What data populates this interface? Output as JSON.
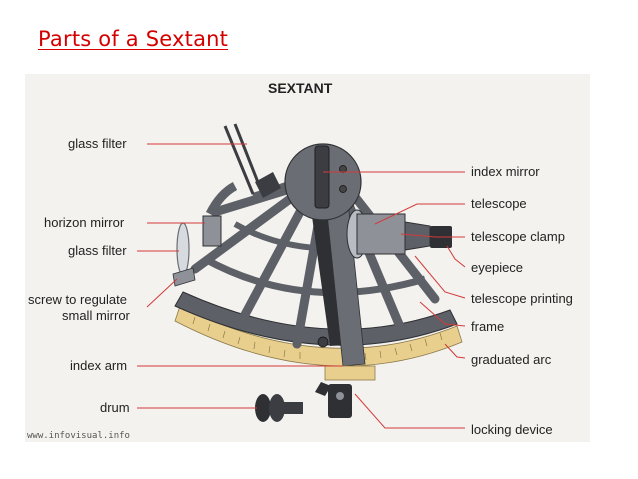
{
  "slide": {
    "title": "Parts of a Sextant"
  },
  "diagram": {
    "heading": "SEXTANT",
    "credit": "www.infovisual.info",
    "colors": {
      "leader": "#d33a3a",
      "metal": "#5d6066",
      "metal_dark": "#2e3034",
      "arc": "#e9cf8d",
      "background": "#f3f2ee"
    },
    "labels_left": {
      "glass_filter_top": "glass filter",
      "horizon_mirror": "horizon mirror",
      "glass_filter": "glass filter",
      "screw_line1": "screw to regulate",
      "screw_line2": "small mirror",
      "index_arm": "index arm",
      "drum": "drum"
    },
    "labels_right": {
      "index_mirror": "index mirror",
      "telescope": "telescope",
      "telescope_clamp": "telescope clamp",
      "eyepiece": "eyepiece",
      "telescope_printing": "telescope printing",
      "frame": "frame",
      "graduated_arc": "graduated arc",
      "locking_device": "locking device"
    }
  }
}
